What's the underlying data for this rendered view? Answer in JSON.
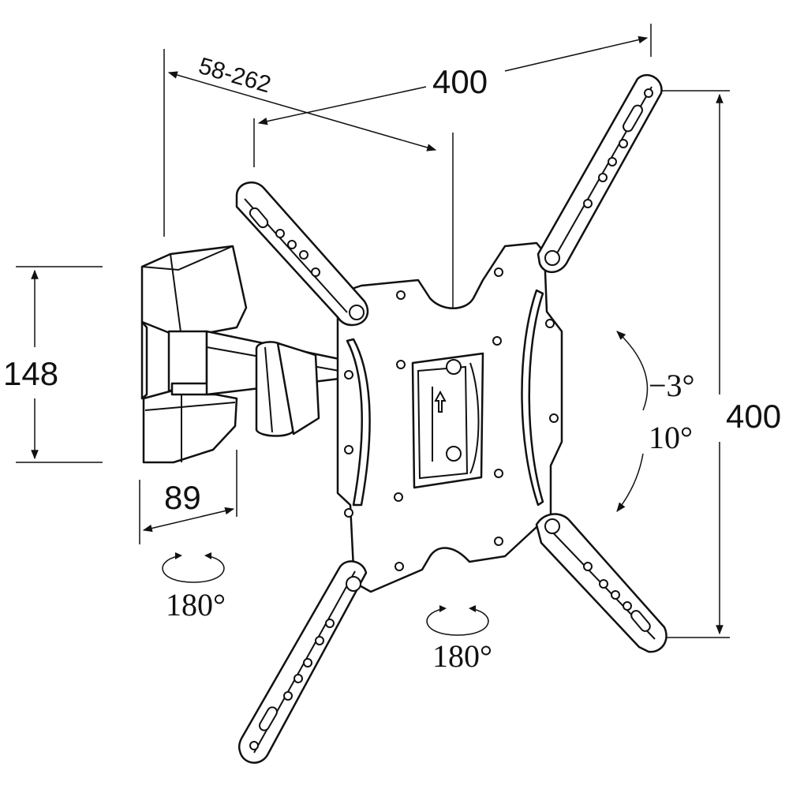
{
  "labels": {
    "arm_extension": "58-262",
    "vesa_width": "400",
    "vesa_height": "400",
    "wall_plate_height": "148",
    "wall_plate_depth": "89",
    "tilt_up": "−3°",
    "tilt_down": "10°",
    "swivel_arm": "180°",
    "swivel_head": "180°"
  }
}
